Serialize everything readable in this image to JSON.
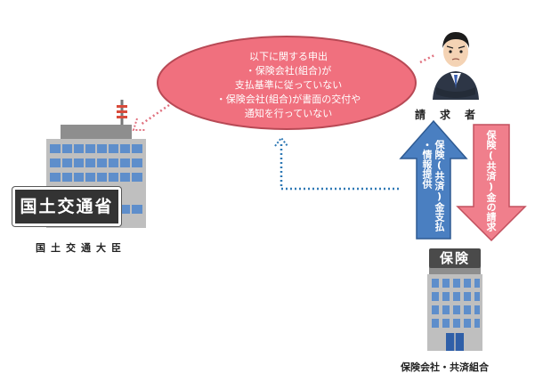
{
  "bubble": {
    "lines": [
      "以下に関する申出",
      "・保険会社(組合)が",
      "支払基準に従っていない",
      "・保険会社(組合)が書面の交付や",
      "通知を行っていない"
    ]
  },
  "claimant_label": "請　求　者",
  "ministry": {
    "building_sign": "国土交通省",
    "label": "国土交通大臣"
  },
  "insurer": {
    "building_sign": "保険",
    "label": "保険会社・共済組合"
  },
  "arrow_up": {
    "lines": [
      "保険(共済)金支払",
      "・情報提供"
    ],
    "color": "#4a7fc1"
  },
  "arrow_down": {
    "lines": [
      "保険(共済)金の請求"
    ],
    "color": "#f07f8c"
  },
  "colors": {
    "bubble_fill": "#f0707e",
    "dotted_pink": "#e0707e",
    "dotted_blue": "#2f79b5"
  }
}
